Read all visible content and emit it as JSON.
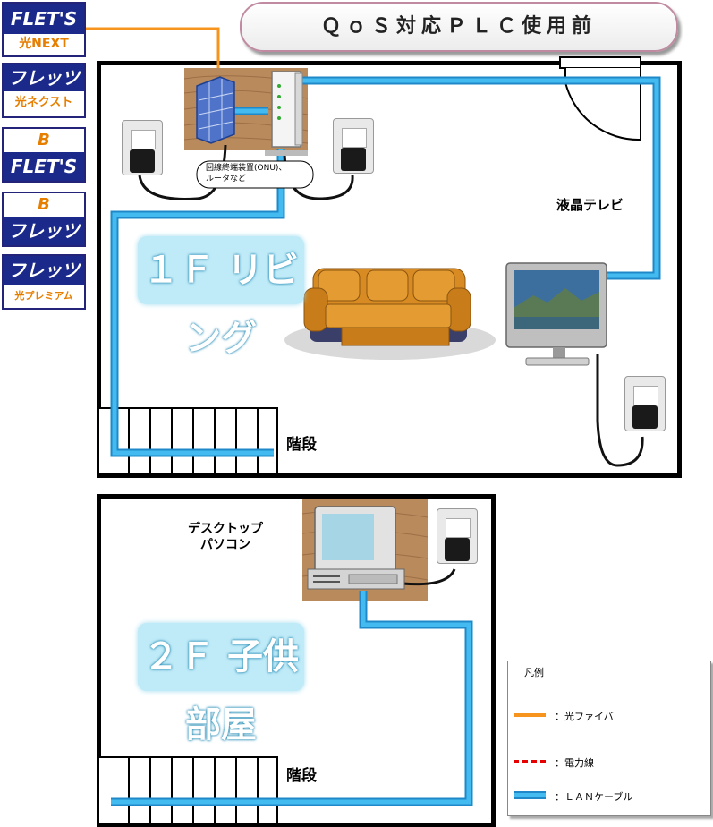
{
  "title": "ＱｏＳ対応ＰＬＣ使用前",
  "logos": [
    {
      "top": "FLET'S",
      "bottom": "光NEXT"
    },
    {
      "top": "フレッツ",
      "bottom": "光ネクスト"
    },
    {
      "top": "B",
      "bottom": "FLET'S"
    },
    {
      "top": "B",
      "bottom": "フレッツ"
    },
    {
      "top": "フレッツ",
      "bottom": "光プレミアム"
    }
  ],
  "floor1": {
    "room_label": "１Ｆ リビング",
    "stairs_label": "階段",
    "tv_label": "液晶テレビ",
    "onu_callout_line1": "回線終端装置(ONU)、",
    "onu_callout_line2": "ルータなど"
  },
  "floor2": {
    "room_label": "２Ｆ 子供部屋",
    "stairs_label": "階段",
    "pc_label_line1": "デスクトップ",
    "pc_label_line2": "パソコン"
  },
  "legend": {
    "title": "凡例",
    "items": [
      {
        "label": "：光ファイバ",
        "color": "#f7941d"
      },
      {
        "label": "：電力線",
        "color": "#e60000"
      },
      {
        "label": "：ＬＡＮケーブル",
        "color": "#33aaee"
      }
    ]
  }
}
